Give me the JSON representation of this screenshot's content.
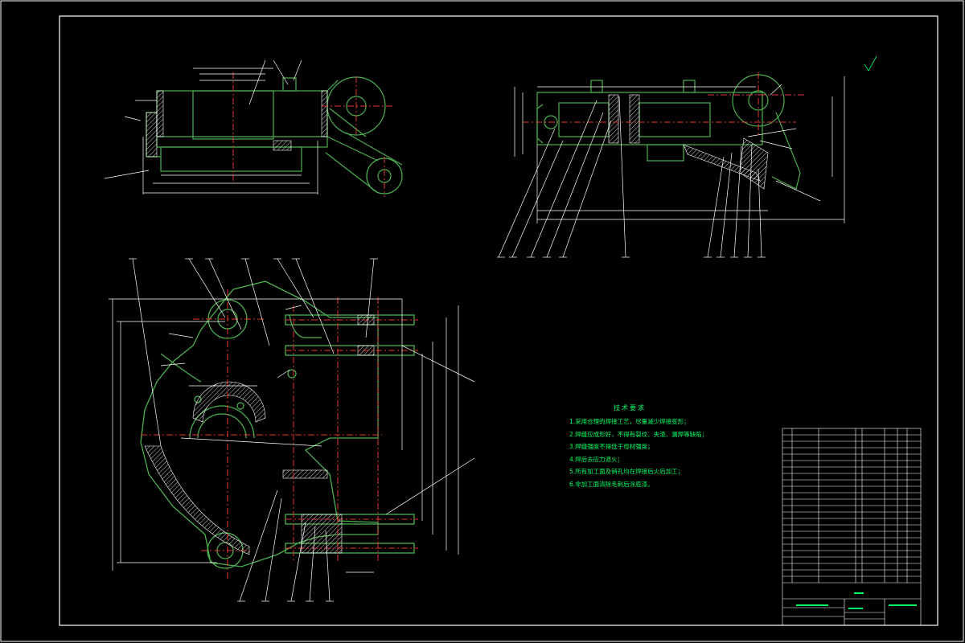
{
  "notes": {
    "heading": "技术要求",
    "items": [
      "1.采用合理的焊接工艺，尽量减少焊接变形；",
      "2.焊缝应成形好，不得有裂纹、夹渣、漏焊等缺陷；",
      "3.焊缝强度不得低于母材强度；",
      "4.焊后去应力退火；",
      "5.所有加工面及销孔均在焊接后火后加工；",
      "6.非加工面清除毛刺后涂底漆。"
    ]
  },
  "colors": {
    "background": "#000000",
    "frame": "#ffffff",
    "outline": "#4caf50",
    "centerline": "#e53935",
    "dimension": "#ffffff",
    "hatch": "#ffffff",
    "notes": "#00ff66"
  }
}
